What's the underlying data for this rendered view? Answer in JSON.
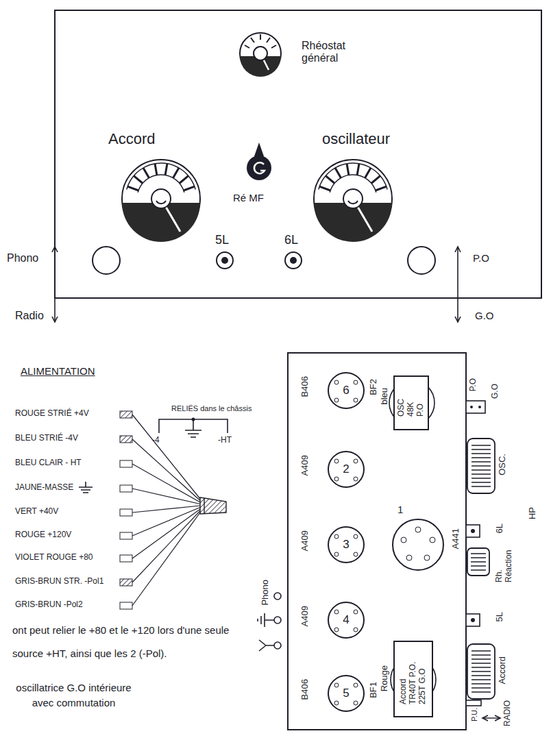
{
  "diagram": {
    "nodes": [
      {
        "text": [
          "B406",
          "6",
          "BF2"
        ]
      },
      {
        "text": [
          "A409",
          "2"
        ]
      },
      {
        "text": [
          "A409",
          "3"
        ]
      },
      {
        "text": [
          "A409",
          "4"
        ]
      },
      {
        "text": [
          "B406",
          "5",
          "BF1"
        ]
      },
      {
        "text": [
          "1",
          "A441"
        ]
      },
      {
        "text": [
          "bleu",
          "OSC 48K P.O"
        ]
      },
      {
        "text": [
          "Rouge",
          "Accord TR40T P.O. 225T G.O"
        ]
      }
    ],
    "labels": [
      "Rhéostat général",
      "Accord",
      "oscillateur",
      "Ré MF",
      "5L",
      "6L",
      "Phono",
      "Radio",
      "P.O",
      "G.O",
      "ALIMENTATION",
      "RELIÉS dans le châssis",
      "-4",
      "-HT",
      "ROUGE STRIÉ +4V",
      "BLEU STRIÉ -4V",
      "BLEU CLAIR - HT",
      "JAUNE-MASSE",
      "VERT +40V",
      "ROUGE +120V",
      "VIOLET ROUGE +80",
      "GRIS-BRUN STR. -Pol1",
      "GRIS-BRUN -Pol2",
      "ont peut relier le +80 et le +120 lors d'une seule source +HT, ainsi que les 2 (-Pol).",
      "oscillatrice G.O intérieure avec commutation",
      "Phono",
      "P.O",
      "G.O",
      "OSC.",
      "6L",
      "Rh. Réaction",
      "HP",
      "5L",
      "Accord",
      "P.U.",
      "RADIO"
    ]
  }
}
